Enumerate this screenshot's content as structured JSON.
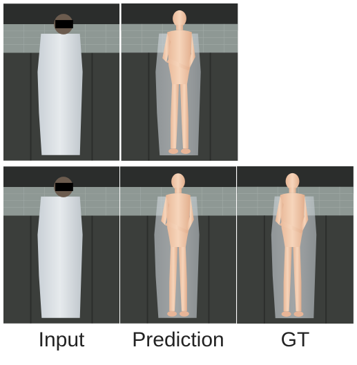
{
  "captions": {
    "input": "Input",
    "prediction": "Prediction",
    "gt": "GT"
  },
  "rows": [
    {
      "panels": [
        "input-photo",
        "prediction-overlay"
      ]
    },
    {
      "panels": [
        "input-photo",
        "prediction-overlay",
        "ground-truth-overlay"
      ]
    }
  ],
  "colors": {
    "floor": "#3a3d3a",
    "wall": "#7f8a86",
    "sheet": "#d8dde2",
    "body_mesh": "#f1c7a6",
    "caption": "#222222"
  }
}
